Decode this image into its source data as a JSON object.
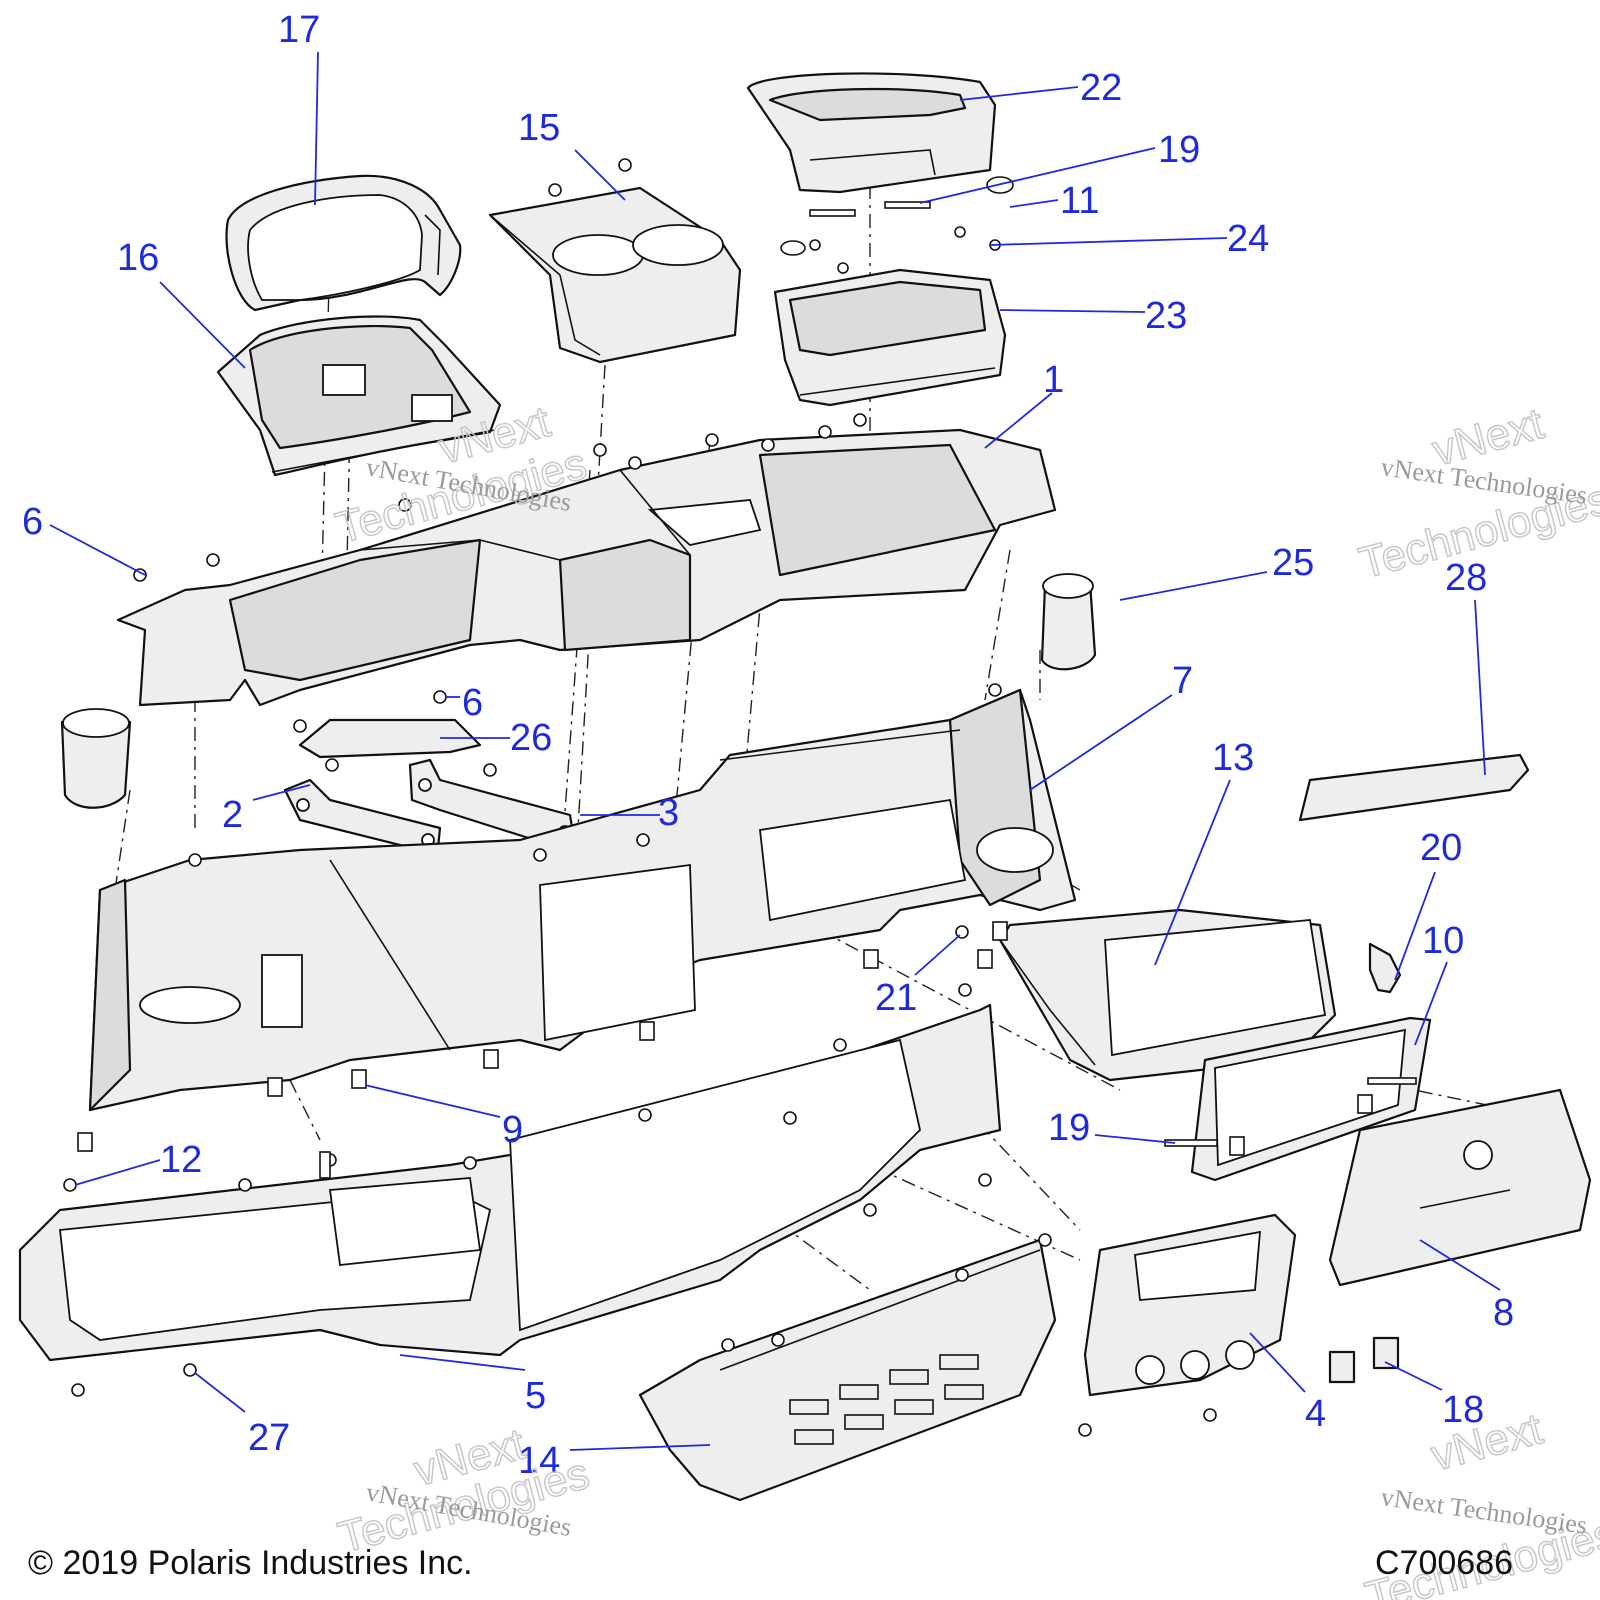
{
  "diagram": {
    "callouts": [
      "1",
      "2",
      "3",
      "4",
      "5",
      "6",
      "6",
      "7",
      "8",
      "9",
      "10",
      "11",
      "12",
      "13",
      "14",
      "15",
      "16",
      "17",
      "18",
      "19",
      "19",
      "20",
      "21",
      "22",
      "23",
      "24",
      "25",
      "26",
      "27",
      "28"
    ],
    "watermark": {
      "line1": "vNext",
      "line2": "Technologies",
      "caption": "vNext Technologies"
    },
    "copyright": "© 2019 Polaris Industries Inc.",
    "figure_code": "C700686",
    "colors": {
      "callout": "#1f2bd8",
      "line": "#111111",
      "fill": "#eeeeee"
    }
  }
}
